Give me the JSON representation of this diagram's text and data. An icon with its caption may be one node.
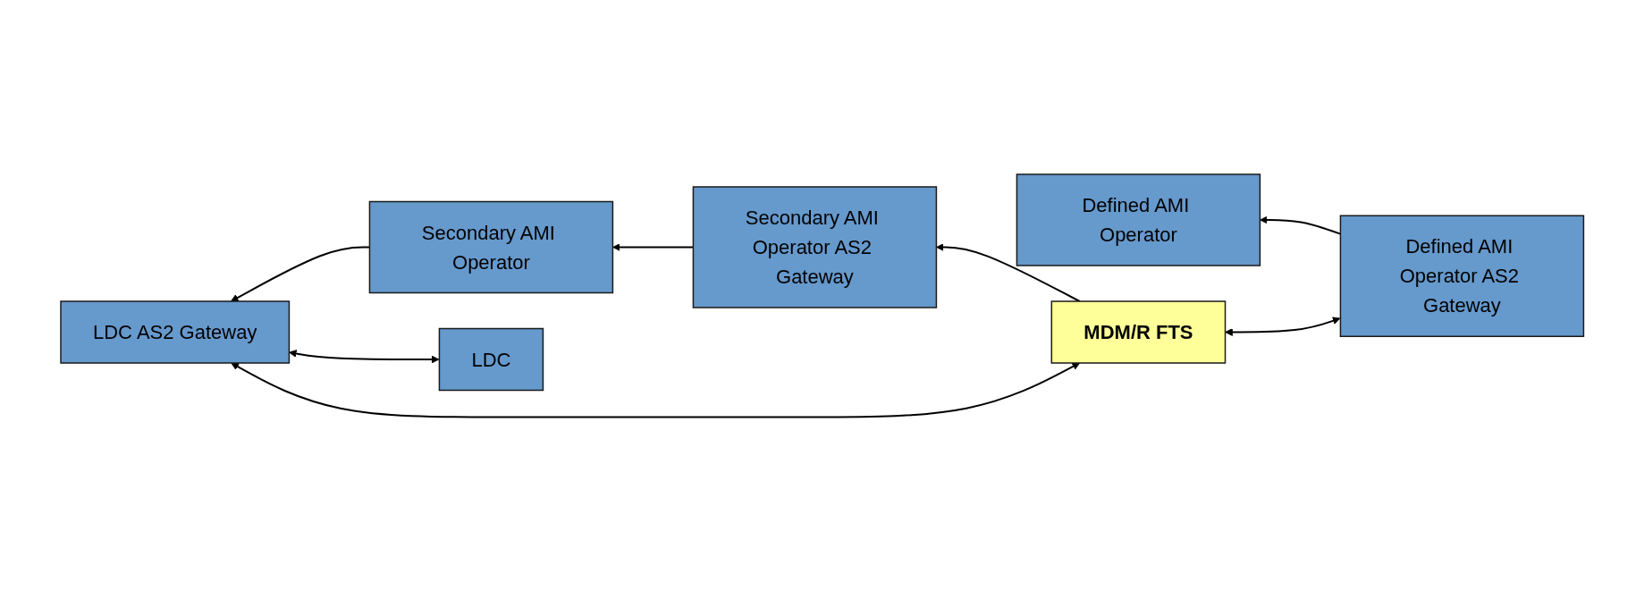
{
  "diagram": {
    "nodes": [
      {
        "text": [
          "Defined AMI Operator"
        ]
      },
      {
        "text": [
          "Defined AMI Operator AS2 Gateway"
        ]
      },
      {
        "text": [
          "Secondary AMI Operator"
        ]
      },
      {
        "text": [
          "Secondary AMI Operator AS2 Gateway"
        ]
      },
      {
        "text": [
          "MDM/R FTS"
        ]
      },
      {
        "text": [
          "LDC"
        ]
      },
      {
        "text": [
          "LDC AS2 Gateway"
        ]
      }
    ],
    "edges": [
      {
        "from": 1,
        "to": 0,
        "arrow": "to"
      },
      {
        "from": 1,
        "to": 4,
        "arrow": "both"
      },
      {
        "from": 3,
        "to": 2,
        "arrow": "to"
      },
      {
        "from": 4,
        "to": 3,
        "arrow": "to"
      },
      {
        "from": 2,
        "to": 6,
        "arrow": "to"
      },
      {
        "from": 5,
        "to": 6,
        "arrow": "both"
      },
      {
        "from": 6,
        "to": 4,
        "arrow": "both"
      }
    ]
  }
}
